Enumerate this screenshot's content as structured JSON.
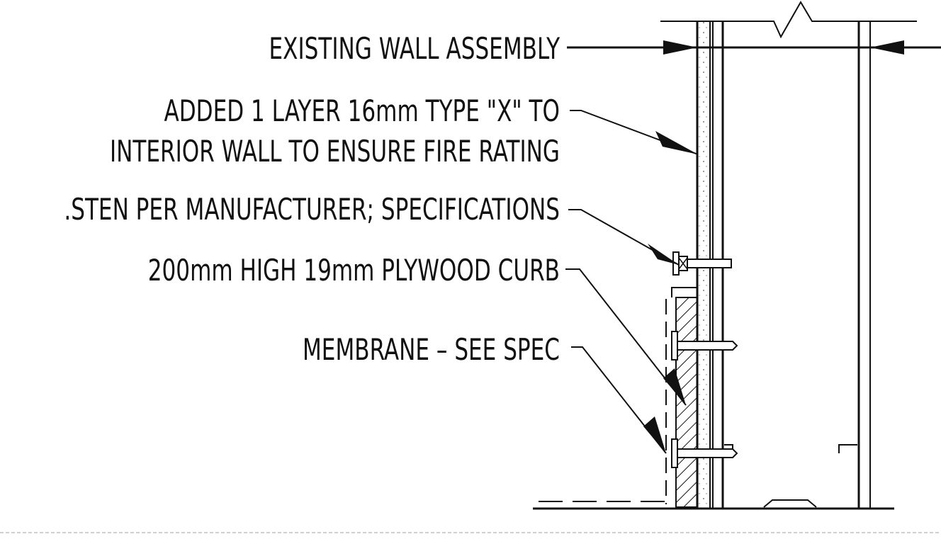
{
  "labels": {
    "existing_wall": "EXISTING WALL ASSEMBLY",
    "added_layer_line1": "ADDED 1 LAYER 16mm TYPE \"X\" TO",
    "added_layer_line2": "INTERIOR WALL TO ENSURE FIRE RATING",
    "fasten": ".STEN PER MANUFACTURER; SPECIFICATIONS",
    "curb": "200mm HIGH 19mm PLYWOOD CURB",
    "membrane": "MEMBRANE – SEE SPEC"
  },
  "colors": {
    "line": "#111111",
    "background": "#ffffff"
  }
}
